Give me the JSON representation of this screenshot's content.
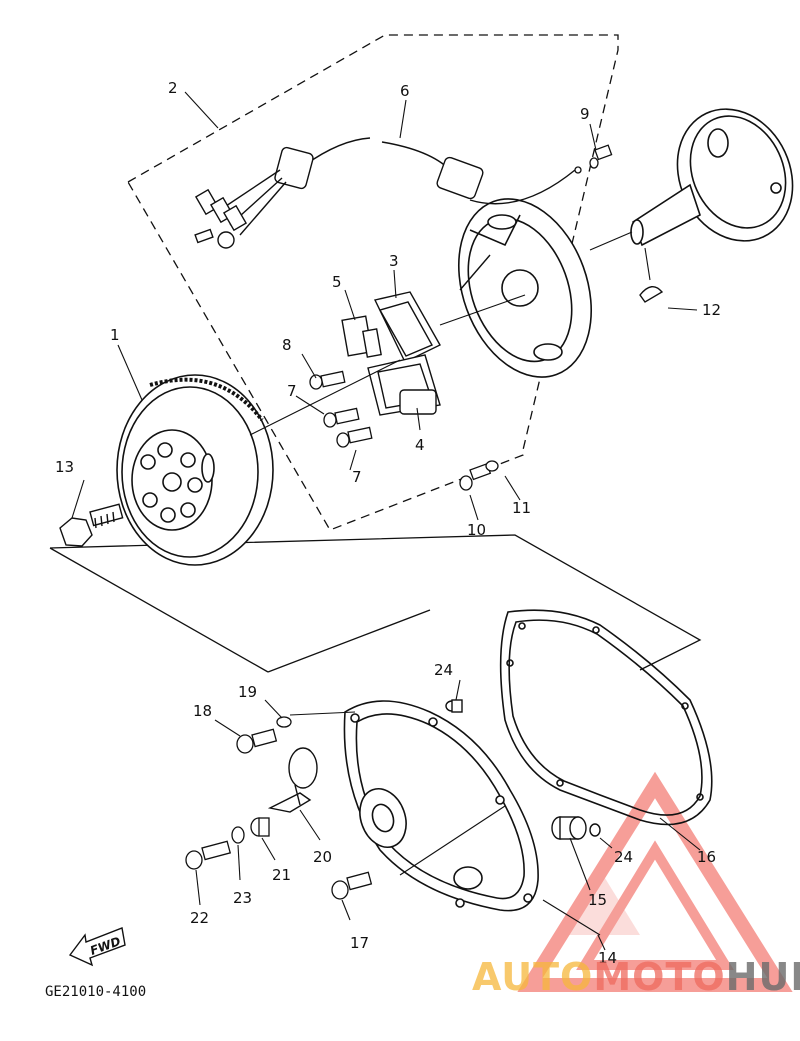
{
  "diagram": {
    "callouts": {
      "p1": "1",
      "p2": "2",
      "p3": "3",
      "p4": "4",
      "p5": "5",
      "p6": "6",
      "p7a": "7",
      "p7b": "7",
      "p8": "8",
      "p9": "9",
      "p10": "10",
      "p11": "11",
      "p12": "12",
      "p13": "13",
      "p14": "14",
      "p15": "15",
      "p16": "16",
      "p17": "17",
      "p18": "18",
      "p19": "19",
      "p20": "20",
      "p21": "21",
      "p22": "22",
      "p23": "23",
      "p24a": "24",
      "p24b": "24"
    },
    "fwd_label": "FWD",
    "diagram_code": "GE21010-4100"
  },
  "watermark": {
    "part1": "AUTO",
    "part2": "MOTO",
    "part3": "HUB",
    "colors": {
      "auto": "#f6b73c",
      "moto": "#ee6a5e",
      "hub": "#6b6b6b",
      "logo": "#ef4f45"
    }
  }
}
